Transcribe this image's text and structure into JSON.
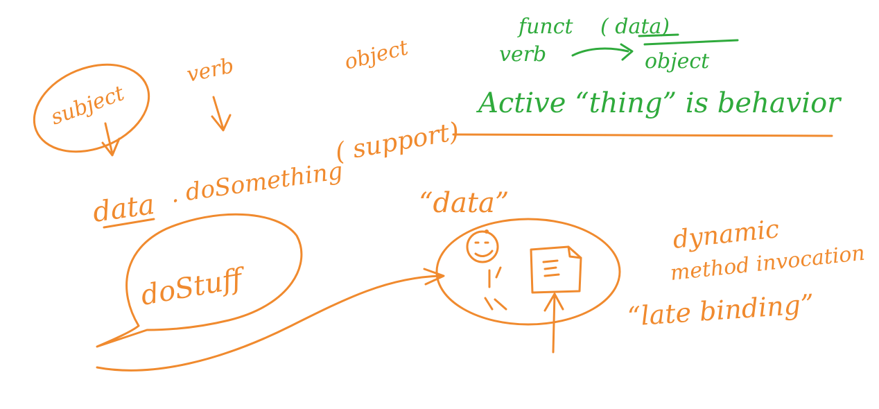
{
  "colors": {
    "orange": "#f08a2e",
    "green": "#2faa3c",
    "background": "#ffffff"
  },
  "labels": {
    "subject": "subject",
    "verb": "verb",
    "object": "object",
    "funct": "funct",
    "funct_paren_data": "( data)",
    "verb2": "verb",
    "object2": "object",
    "active_thing": "Active “thing” is behavior",
    "data_call": "data",
    "do_something": ". doSomething",
    "support": "( support)",
    "data_quoted": "“data”",
    "do_stuff": "doStuff",
    "dynamic": "dynamic",
    "method_invocation": "method invocation",
    "late_binding": "“late binding”"
  },
  "icons": {
    "stick_figure": "stick-figure-icon",
    "document": "document-icon"
  }
}
